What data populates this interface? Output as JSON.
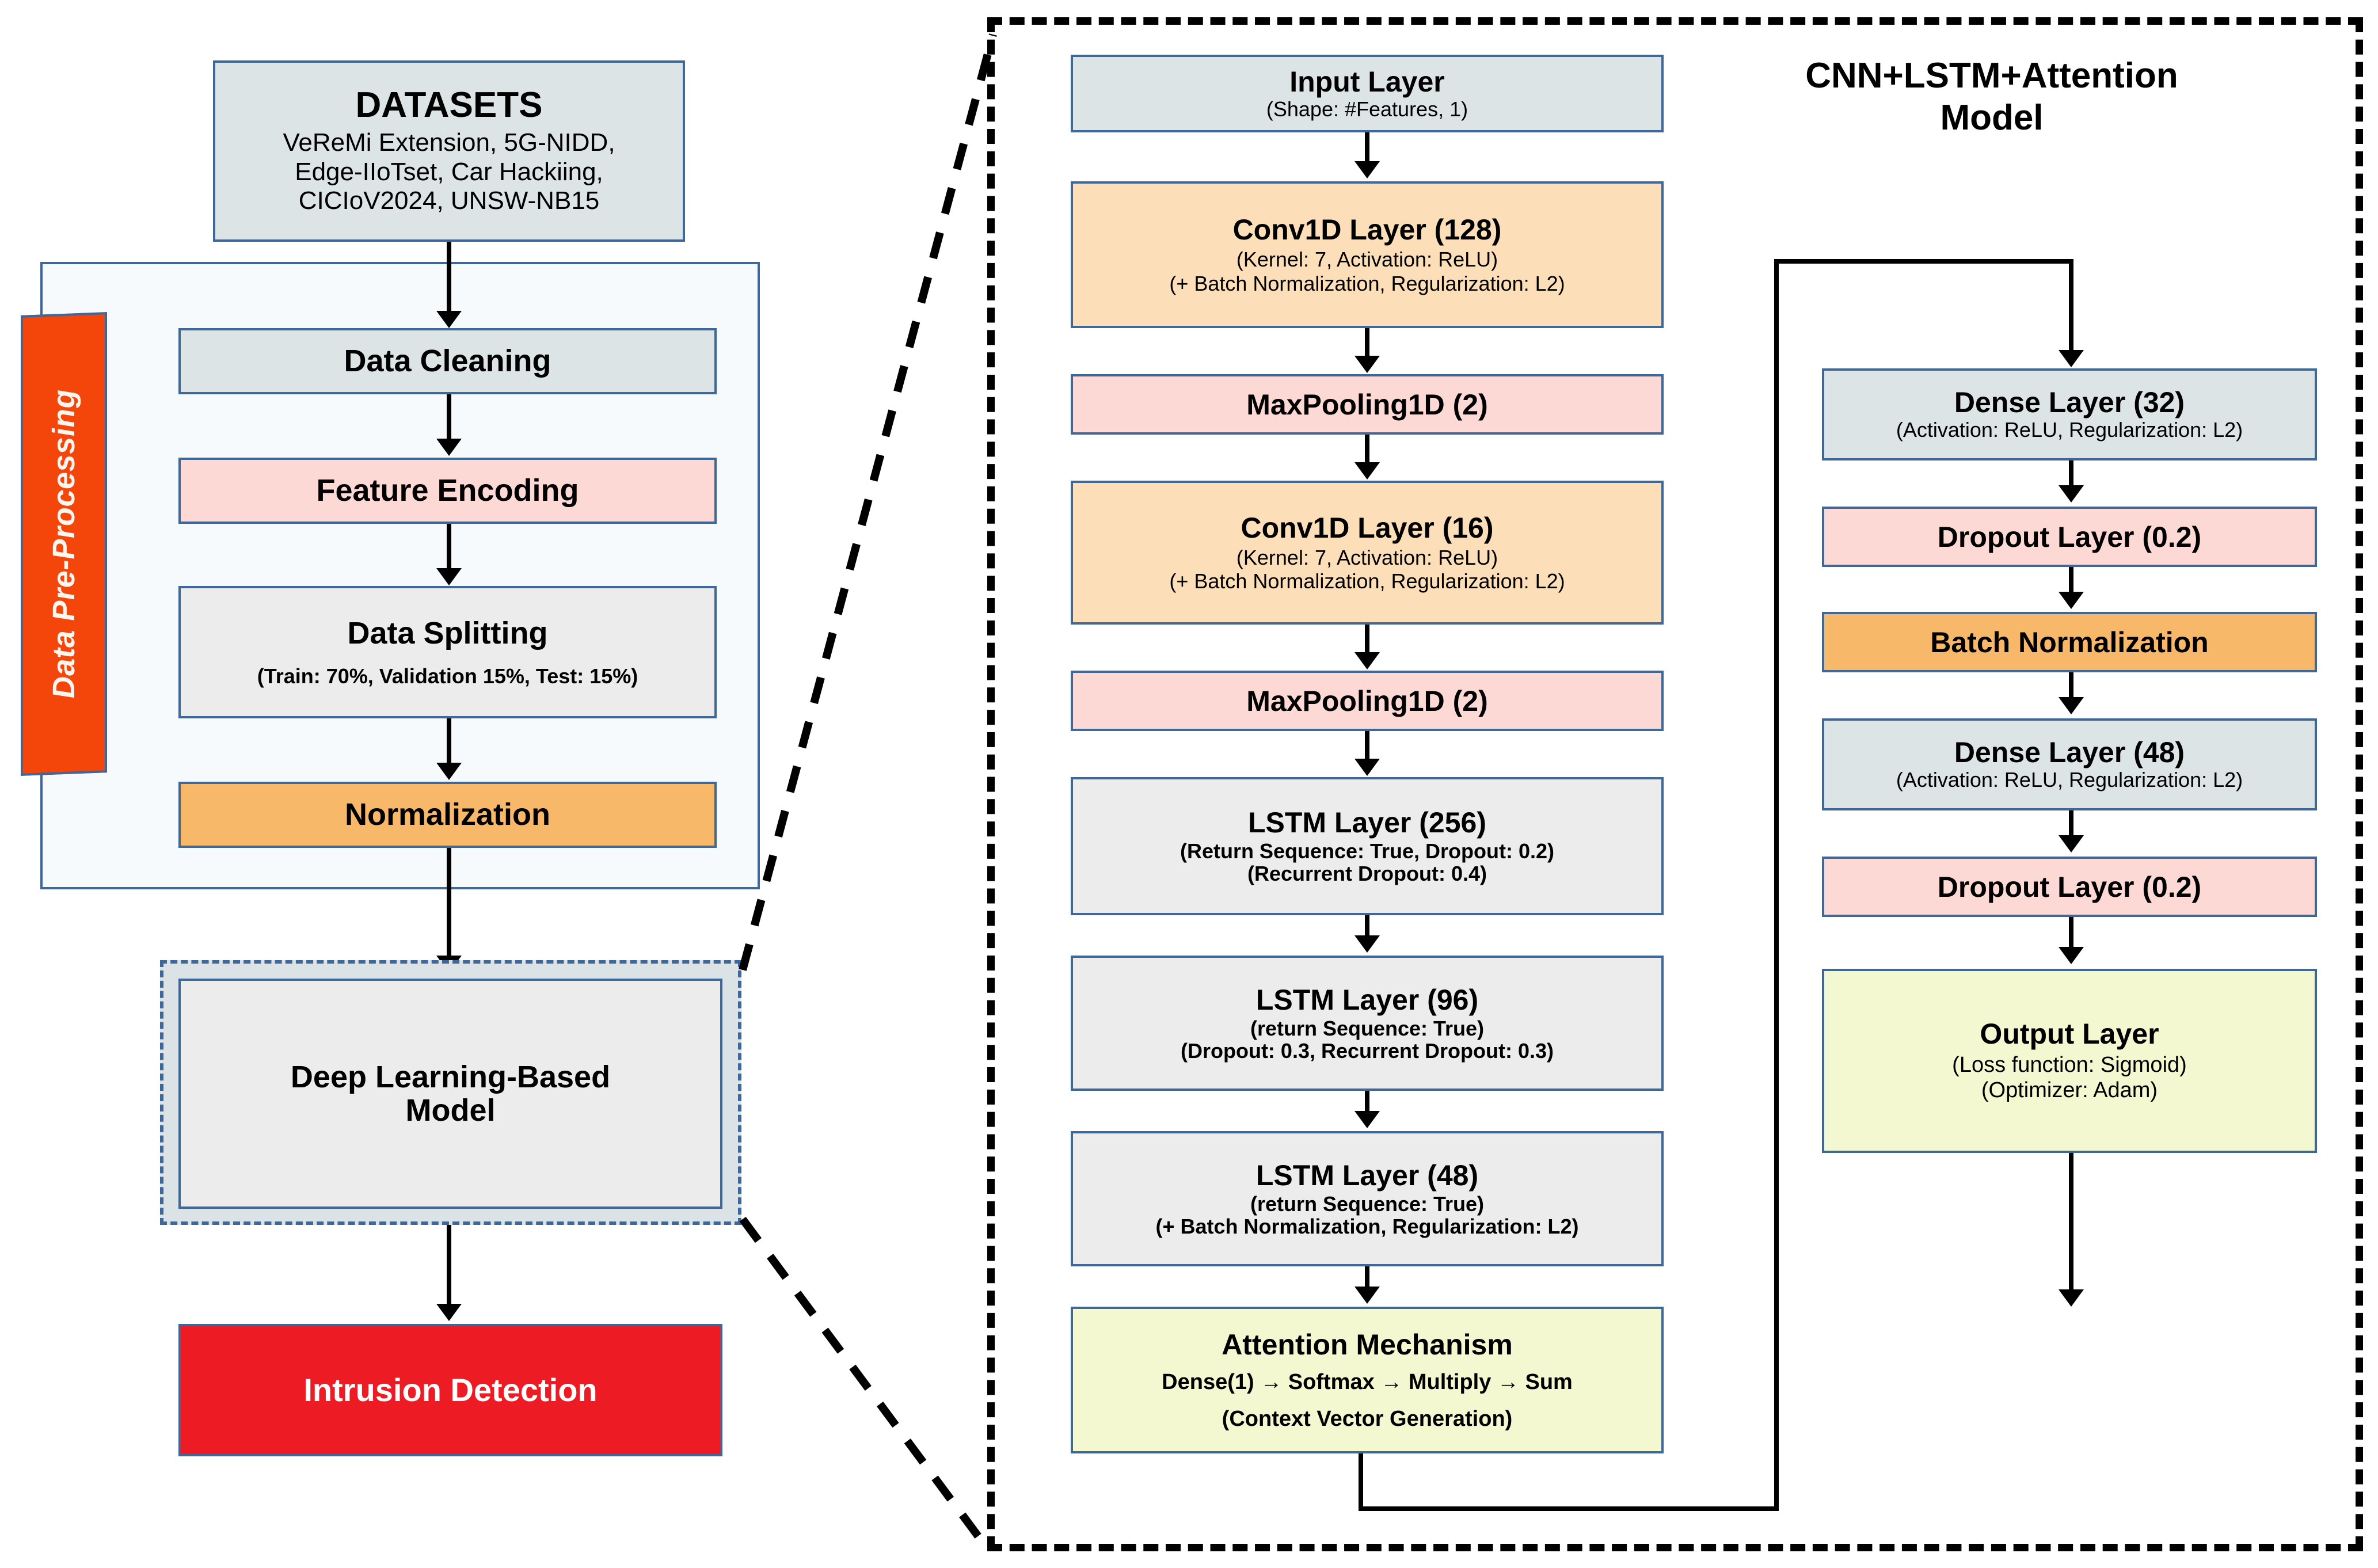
{
  "left_pipeline": {
    "datasets": {
      "title": "DATASETS",
      "subtitle_lines": [
        "VeReMi Extension, 5G-NIDD,",
        "Edge-IIoTset, Car Hackiing,",
        "CICIoV2024, UNSW-NB15"
      ]
    },
    "section_label": "Data Pre-Processing",
    "steps": [
      {
        "title": "Data Cleaning",
        "subtitle": ""
      },
      {
        "title": "Feature Encoding",
        "subtitle": ""
      },
      {
        "title": "Data Splitting",
        "subtitle": "(Train: 70%, Validation 15%, Test: 15%)"
      },
      {
        "title": "Normalization",
        "subtitle": ""
      }
    ],
    "model_box": {
      "line1": "Deep Learning-Based",
      "line2": "Model"
    },
    "output_box": {
      "title": "Intrusion Detection"
    }
  },
  "right_panel": {
    "title_line1": "CNN+LSTM+Attention",
    "title_line2": "Model",
    "column_left": [
      {
        "title": "Input Layer",
        "subtitles": [
          "(Shape: #Features, 1)"
        ]
      },
      {
        "title": "Conv1D Layer (128)",
        "subtitles": [
          "(Kernel: 7, Activation: ReLU)",
          "(+ Batch Normalization, Regularization: L2)"
        ]
      },
      {
        "title": "MaxPooling1D (2)",
        "subtitles": []
      },
      {
        "title": "Conv1D Layer (16)",
        "subtitles": [
          "(Kernel: 7, Activation: ReLU)",
          "(+ Batch Normalization, Regularization: L2)"
        ]
      },
      {
        "title": "MaxPooling1D (2)",
        "subtitles": []
      },
      {
        "title": "LSTM Layer (256)",
        "subtitles": [
          "(Return Sequence: True, Dropout: 0.2)",
          "(Recurrent Dropout: 0.4)"
        ]
      },
      {
        "title": "LSTM Layer (96)",
        "subtitles": [
          "(return Sequence: True)",
          "(Dropout: 0.3, Recurrent Dropout: 0.3)"
        ]
      },
      {
        "title": "LSTM Layer (48)",
        "subtitles": [
          "(return Sequence: True)",
          "(+ Batch Normalization, Regularization: L2)"
        ]
      },
      {
        "title": "Attention Mechanism",
        "subtitles": [
          "Dense(1) → Softmax → Multiply → Sum",
          "(Context Vector Generation)"
        ]
      }
    ],
    "column_right": [
      {
        "title": "Dense Layer (32)",
        "subtitles": [
          "(Activation: ReLU, Regularization: L2)"
        ]
      },
      {
        "title": "Dropout Layer (0.2)",
        "subtitles": []
      },
      {
        "title": "Batch Normalization",
        "subtitles": []
      },
      {
        "title": "Dense Layer (48)",
        "subtitles": [
          "(Activation: ReLU, Regularization: L2)"
        ]
      },
      {
        "title": "Dropout Layer (0.2)",
        "subtitles": []
      },
      {
        "title": "Output Layer",
        "subtitles": [
          "(Loss function: Sigmoid)",
          "(Optimizer: Adam)"
        ]
      }
    ]
  },
  "colors": {
    "accent_orange": "#f4450a",
    "border_blue": "#3d6899",
    "fill_blue": "#dce4e6",
    "fill_pink": "#fcd9d4",
    "fill_grey": "#ececec",
    "fill_orange": "#f8b86a",
    "fill_peach": "#fcdfb8",
    "fill_yellow": "#f4f8d0",
    "fill_red": "#ed1c24"
  }
}
